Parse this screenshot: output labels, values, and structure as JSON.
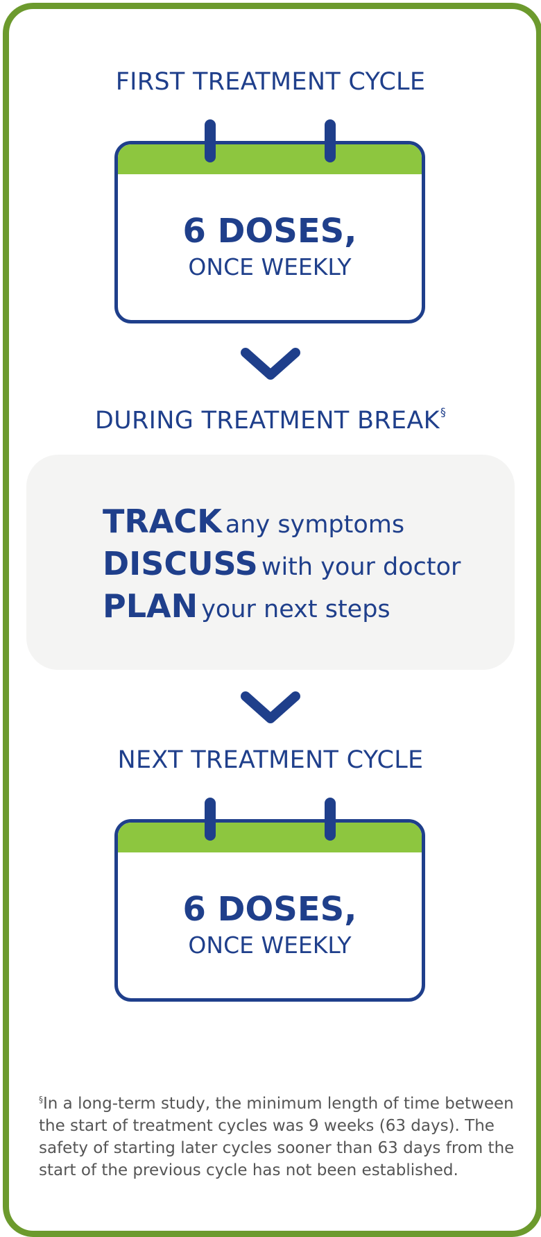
{
  "colors": {
    "navy": "#1f3f8b",
    "green_band": "#8dc63f",
    "border_green": "#6c9a2d",
    "panel_gray": "#f4f4f3"
  },
  "first_cycle": {
    "title": "FIRST TREATMENT CYCLE",
    "doses": "6 DOSES,",
    "frequency": "ONCE WEEKLY"
  },
  "treatment_break": {
    "title": "DURING TREATMENT BREAK",
    "marker": "§",
    "items": [
      {
        "action": "TRACK",
        "detail": "any symptoms"
      },
      {
        "action": "DISCUSS",
        "detail": "with your doctor"
      },
      {
        "action": "PLAN",
        "detail": "your next steps"
      }
    ]
  },
  "next_cycle": {
    "title": "NEXT TREATMENT CYCLE",
    "doses": "6 DOSES,",
    "frequency": "ONCE WEEKLY"
  },
  "footnote": {
    "marker": "§",
    "text": "In a long-term study, the minimum length of time between the start of treatment cycles was 9 weeks (63 days). The safety of starting later cycles sooner than 63 days from the start of the previous cycle has not been established."
  },
  "icons": [
    "calendar-icon",
    "chevron-down-icon"
  ]
}
